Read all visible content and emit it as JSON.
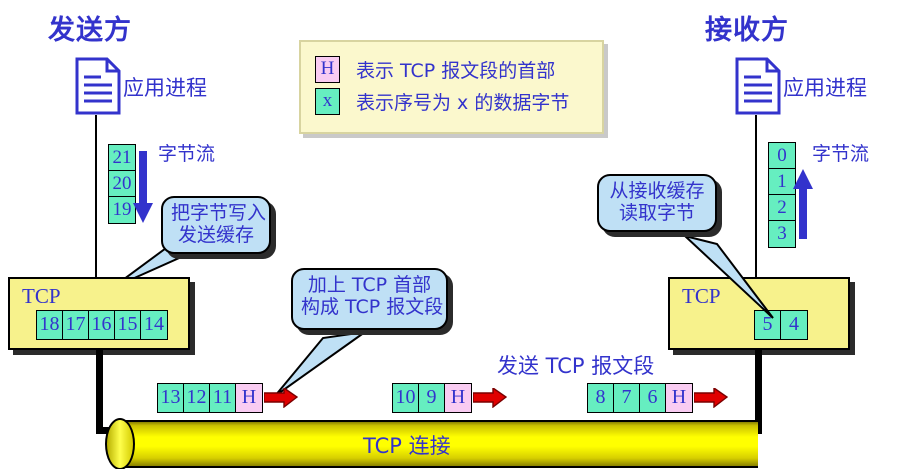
{
  "diagram": {
    "title_left": "发送方",
    "title_right": "接收方",
    "app_process_left": "应用进程",
    "app_process_right": "应用进程",
    "byte_stream_left_label": "字节流",
    "byte_stream_right_label": "字节流",
    "send_segment_label": "发送 TCP 报文段",
    "connection_label": "TCP 连接"
  },
  "legend": {
    "rows": [
      {
        "swatch": "H",
        "swatch_kind": "header",
        "text": "表示 TCP 报文段的首部"
      },
      {
        "swatch": "x",
        "swatch_kind": "data",
        "text": "表示序号为 x 的数据字节"
      }
    ]
  },
  "byte_stream_left": {
    "cells": [
      "21",
      "20",
      "19"
    ],
    "arrow_direction": "down"
  },
  "byte_stream_right": {
    "cells": [
      "0",
      "1",
      "2",
      "3"
    ],
    "arrow_direction": "up"
  },
  "tcp_send": {
    "title": "TCP",
    "buffer_cells": [
      "18",
      "17",
      "16",
      "15",
      "14"
    ]
  },
  "tcp_receive": {
    "title": "TCP",
    "buffer_cells": [
      "5",
      "4"
    ]
  },
  "callouts": [
    {
      "name": "write-bytes",
      "line1": "把字节写入",
      "line2": "发送缓存"
    },
    {
      "name": "add-header",
      "line1": "加上 TCP 首部",
      "line2": "构成 TCP 报文段"
    },
    {
      "name": "read-bytes",
      "line1": "从接收缓存",
      "line2": "读取字节"
    }
  ],
  "segments": [
    {
      "name": "segment-1",
      "cells": [
        "13",
        "12",
        "11"
      ],
      "header": "H"
    },
    {
      "name": "segment-2",
      "cells": [
        "10",
        "9"
      ],
      "header": "H"
    },
    {
      "name": "segment-3",
      "cells": [
        "8",
        "7",
        "6"
      ],
      "header": "H"
    }
  ],
  "colors": {
    "text_blue": "#3333cc",
    "data_cell": "#66eec0",
    "header_cell": "#f9ccf2",
    "tcp_box": "#f7f28c",
    "legend_bg": "#fbf8cd",
    "bubble": "#bfe0f5",
    "arrow_red": "#e00000",
    "arrow_blue": "#3333cc",
    "pipe_yellow": "#ffff00"
  }
}
